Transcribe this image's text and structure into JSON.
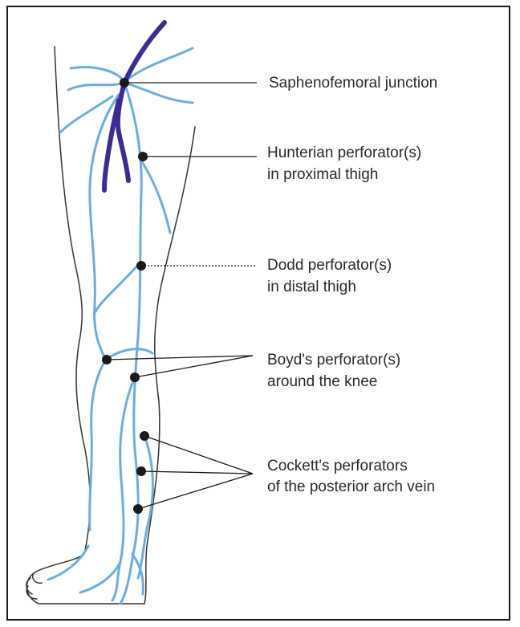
{
  "labels": {
    "saphenofemoral": [
      "Saphenofemoral junction"
    ],
    "hunterian": [
      "Hunterian perforator(s)",
      "in proximal thigh"
    ],
    "dodd": [
      "Dodd perforator(s)",
      "in distal thigh"
    ],
    "boyd": [
      "Boyd's perforator(s)",
      "around the knee"
    ],
    "cockett": [
      "Cockett's perforators",
      "of the posterior arch vein"
    ]
  },
  "colors": {
    "vein": "#6aaee0",
    "deep_vein": "#3c2c94",
    "outline": "#333333",
    "marker": "#1a1a1a",
    "text": "#2a2a2a"
  }
}
